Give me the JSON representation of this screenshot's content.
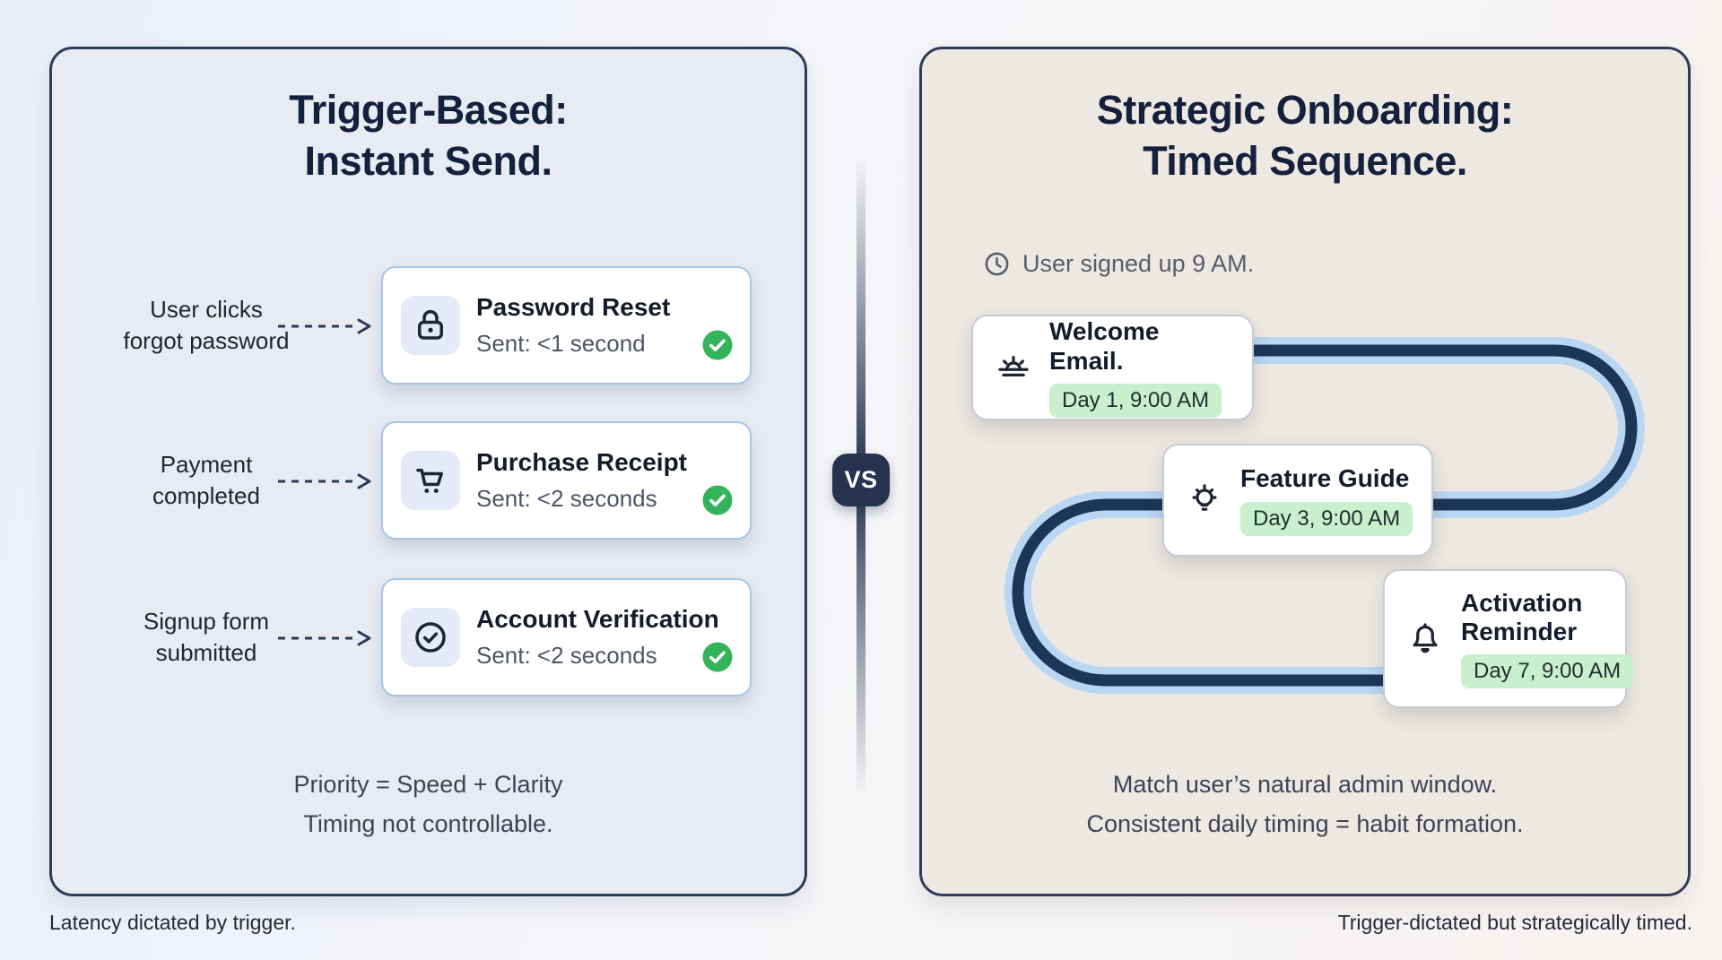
{
  "left_panel": {
    "title_line1": "Trigger-Based:",
    "title_line2": "Instant Send.",
    "rows": [
      {
        "trigger_line1": "User clicks",
        "trigger_line2": "forgot password",
        "icon": "lock-icon",
        "title": "Password Reset",
        "sent": "Sent: <1 second"
      },
      {
        "trigger_line1": "Payment",
        "trigger_line2": "completed",
        "icon": "cart-icon",
        "title": "Purchase Receipt",
        "sent": "Sent: <2 seconds"
      },
      {
        "trigger_line1": "Signup form",
        "trigger_line2": "submitted",
        "icon": "check-circle-icon",
        "title": "Account Verification",
        "sent": "Sent: <2 seconds"
      }
    ],
    "footer_line1": "Priority = Speed + Clarity",
    "footer_line2": "Timing not controllable.",
    "caption": "Latency dictated by trigger."
  },
  "divider": {
    "vs_label": "VS"
  },
  "right_panel": {
    "title_line1": "Strategic Onboarding:",
    "title_line2": "Timed Sequence.",
    "signup_note": "User signed up 9 AM.",
    "steps": [
      {
        "icon": "sunrise-icon",
        "title": "Welcome Email.",
        "badge": "Day 1, 9:00 AM"
      },
      {
        "icon": "lightbulb-icon",
        "title": "Feature Guide",
        "badge": "Day 3, 9:00 AM"
      },
      {
        "icon": "bell-icon",
        "title": "Activation Reminder",
        "badge": "Day 7, 9:00 AM"
      }
    ],
    "footer_line1": "Match user’s natural admin window.",
    "footer_line2": "Consistent daily timing = habit formation.",
    "caption": "Trigger-dictated but strategically timed."
  },
  "colors": {
    "navy_border": "#2e3c5a",
    "left_panel_bg": "#e9ebf2",
    "right_panel_bg": "#ede8e1",
    "card_border_blue": "#a6c6e8",
    "status_check_green": "#34b45a",
    "badge_green": "#c9efcd",
    "path_navy": "#1d3557",
    "path_light_blue": "#b9d6f2",
    "vs_badge_bg": "#25334e"
  }
}
